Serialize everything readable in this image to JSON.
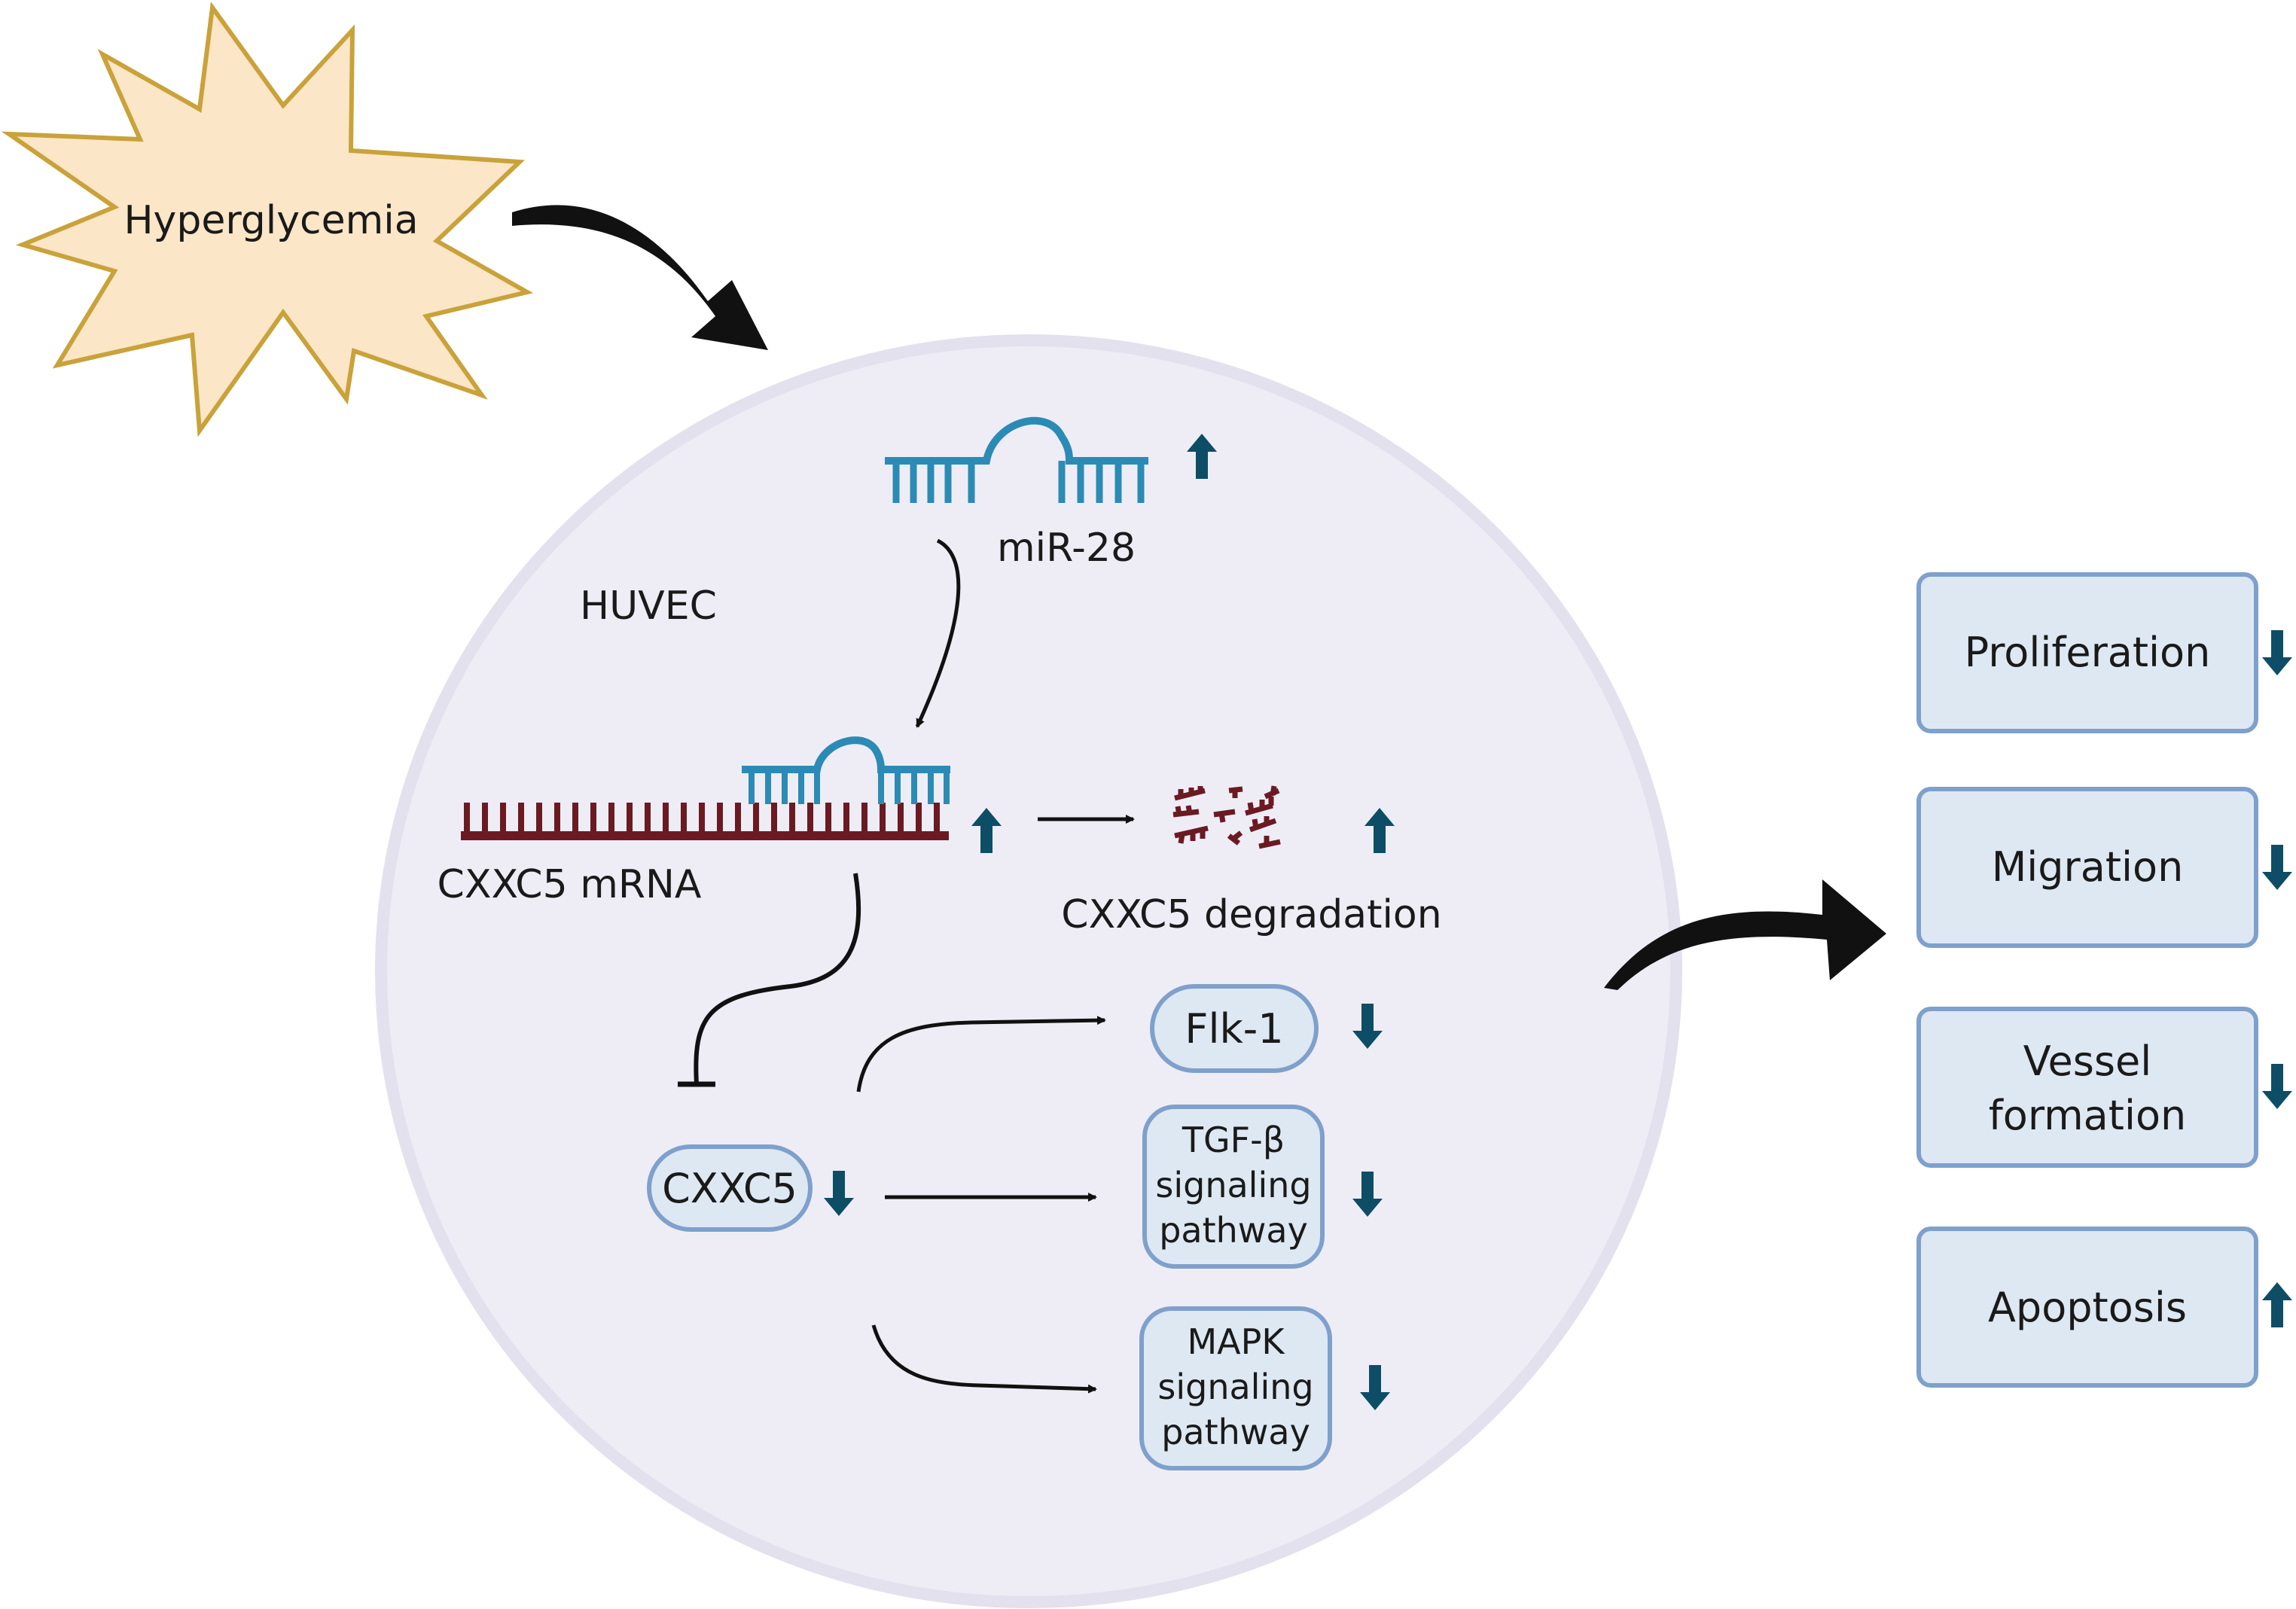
{
  "stimulus": {
    "label": "Hyperglycemia"
  },
  "cell": {
    "label": "HUVEC"
  },
  "mirna": {
    "label": "miR-28",
    "change": "up"
  },
  "mrna": {
    "label": "CXXC5 mRNA",
    "change": "up"
  },
  "degradation": {
    "label": "CXXC5 degradation",
    "change": "up"
  },
  "protein": {
    "label": "CXXC5",
    "change": "down"
  },
  "targets": [
    {
      "lines": [
        "Flk-1"
      ],
      "change": "down"
    },
    {
      "lines": [
        "TGF-β",
        "signaling",
        "pathway"
      ],
      "change": "down"
    },
    {
      "lines": [
        "MAPK",
        "signaling",
        "pathway"
      ],
      "change": "down"
    }
  ],
  "outcomes": [
    {
      "lines": [
        "Proliferation"
      ],
      "change": "down"
    },
    {
      "lines": [
        "Migration"
      ],
      "change": "down"
    },
    {
      "lines": [
        "Vessel",
        "formation"
      ],
      "change": "down"
    },
    {
      "lines": [
        "Apoptosis"
      ],
      "change": "up"
    }
  ],
  "colors": {
    "star_fill": "#fbe6c8",
    "star_stroke": "#c9a23a",
    "cell_fill": "#eeedf6",
    "cell_stroke": "#e2e0ee",
    "box_fill": "#dde8f3",
    "box_stroke": "#7fa0cc",
    "updown_arrow": "#0e4d66",
    "mirna": "#2b8bb5",
    "mrna": "#6b1a22"
  }
}
